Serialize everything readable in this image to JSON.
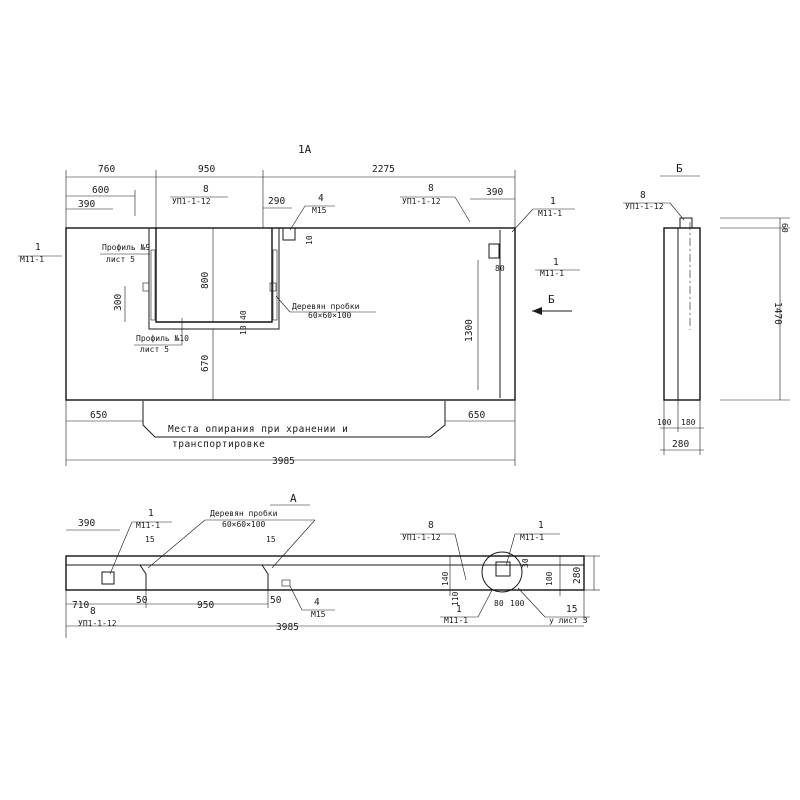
{
  "view_front": {
    "title": "1А",
    "dims": {
      "d760": "760",
      "d950": "950",
      "d2275": "2275",
      "d600": "600",
      "d390a": "390",
      "d390b": "390",
      "d290": "290",
      "d800": "800",
      "d300a": "300",
      "d670": "670",
      "d1300": "1300",
      "d10a": "10",
      "d40": "40",
      "d10b": "10",
      "d80": "80",
      "d650a": "650",
      "d650b": "650",
      "d3985": "3985"
    },
    "labels": {
      "mark_left_1": "1",
      "mark_left_m": "М11-1",
      "mark_8a_num": "8",
      "mark_8a_txt": "УП1-1-12",
      "mark_4_num": "4",
      "mark_4_txt": "М15",
      "mark_8b_num": "8",
      "mark_8b_txt": "УП1-1-12",
      "mark_1r_num": "1",
      "mark_1r_txt": "М11-1",
      "mark_1m_num": "1",
      "mark_1m_txt": "М11-1",
      "profile_top_1": "Профиль №9",
      "profile_top_2": "лист 5",
      "profile_bot_1": "Профиль №10",
      "profile_bot_2": "лист 5",
      "wood_plug_1": "Деревян пробки",
      "wood_plug_2": "60×60×100",
      "section_arrow": "Б",
      "support_1": "Места опирания при хранении и",
      "support_2": "транспортировке"
    }
  },
  "view_side": {
    "title": "Б",
    "mark_num": "8",
    "mark_txt": "УП1-1-12",
    "d60": "60",
    "d1470": "1470",
    "d100": "100",
    "d180": "180",
    "d280": "280"
  },
  "view_plan": {
    "title": "А",
    "d390": "390",
    "mark_1_num": "1",
    "mark_1_txt": "М11-1",
    "wood_1": "Деревян пробки",
    "wood_2": "60×60×100",
    "d15a": "15",
    "d15b": "15",
    "mark_8_num": "8",
    "mark_8_txt": "УП1-1-12",
    "mark_1r_num": "1",
    "mark_1r_txt": "М11-1",
    "d710": "710",
    "d50a": "50",
    "d950": "950",
    "d50b": "50",
    "mark_4_num": "4",
    "mark_4_txt": "М15",
    "d3985": "3985",
    "mark_8b_num": "8",
    "mark_8b_txt": "УП1-1-12",
    "d140": "140",
    "d110": "110",
    "d30": "30",
    "d100a": "100",
    "d280": "280",
    "d80": "80",
    "d100b": "100",
    "mark_1b_num": "1",
    "mark_1b_txt": "М11-1",
    "mark_15_num": "15",
    "mark_15_txt": "у лист 3"
  }
}
